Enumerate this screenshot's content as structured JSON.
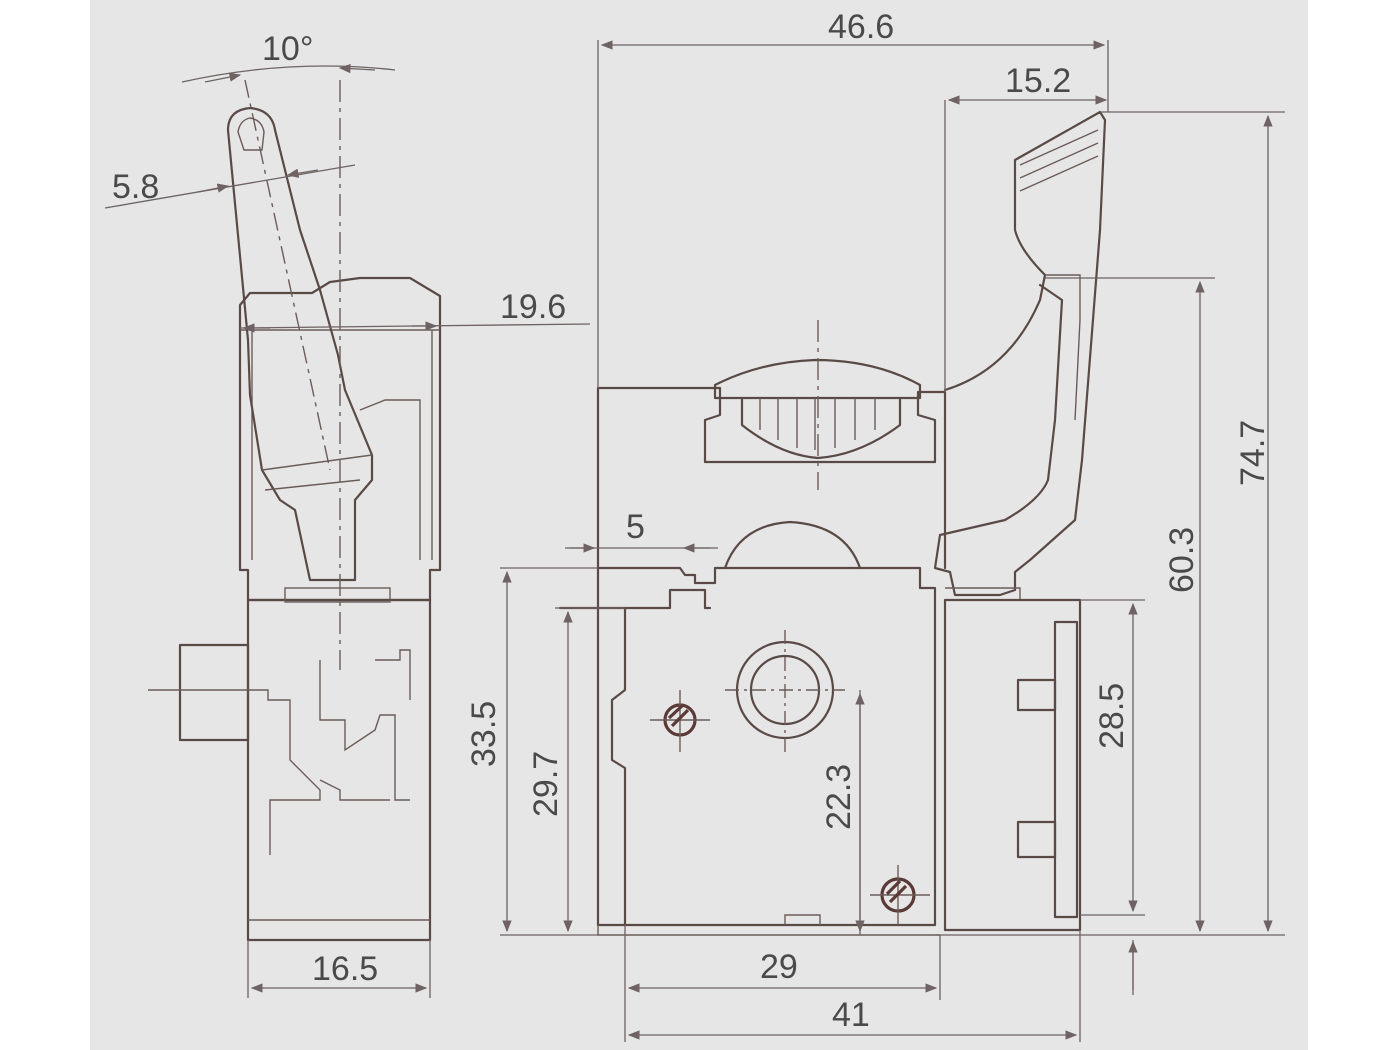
{
  "dimensions": {
    "lever_angle": "10°",
    "lever_width": "5.8",
    "side_height_a": "19.6",
    "side_width": "16.5",
    "total_width": "46.6",
    "trigger_width": "15.2",
    "total_height": "74.7",
    "trigger_height": "60.3",
    "step_width": "5",
    "body_height": "33.5",
    "inner_height": "29.7",
    "hole_height": "22.3",
    "terminal_height": "28.5",
    "inner_width": "29",
    "base_width": "41"
  },
  "colors": {
    "background": "#e6e6e6",
    "line": "#5a4a46",
    "dimension": "#6e6262"
  }
}
